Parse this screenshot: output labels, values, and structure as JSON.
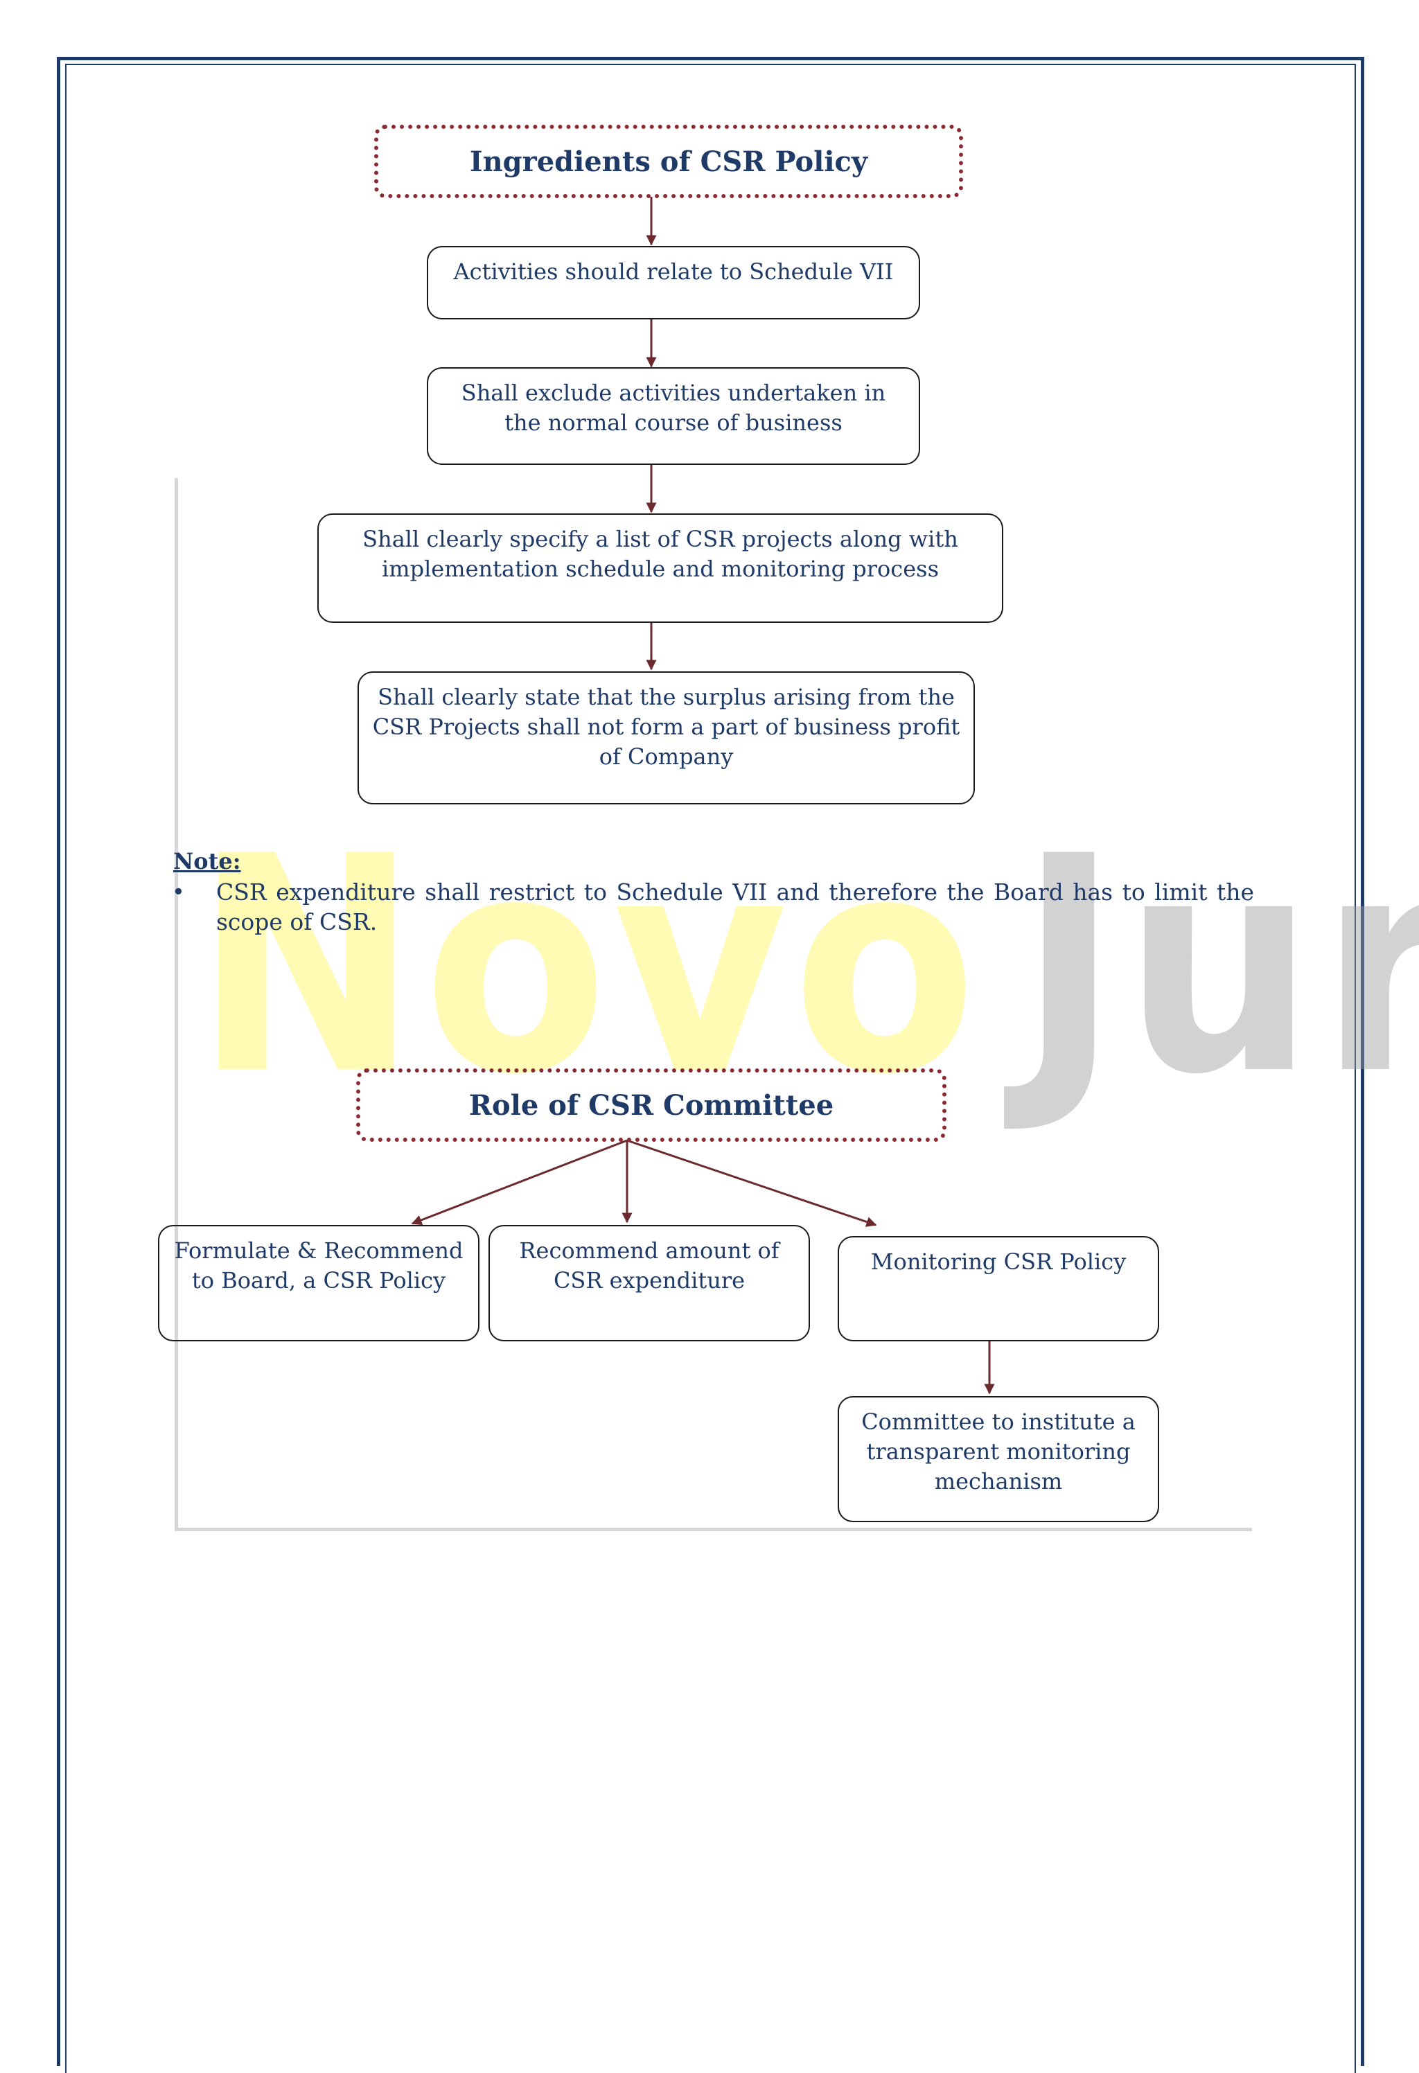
{
  "policy": {
    "title": "Ingredients of CSR Policy",
    "steps": [
      "Activities should relate to Schedule VII",
      "Shall exclude activities undertaken in the normal course of business",
      "Shall clearly specify a list of CSR projects along with implementation schedule and monitoring process",
      "Shall clearly state that the surplus arising from the CSR Projects shall not form a part of business profit of Company"
    ]
  },
  "note": {
    "label": "Note:",
    "bullet": "•",
    "text": "CSR expenditure shall restrict to Schedule VII and therefore the Board has to limit the scope of CSR."
  },
  "committee": {
    "title": "Role of CSR Committee",
    "roles": [
      "Formulate & Recommend to Board, a CSR Policy",
      "Recommend amount of CSR expenditure",
      "Monitoring CSR Policy"
    ],
    "sub_role": "Committee to institute a transparent monitoring mechanism"
  },
  "watermark": {
    "part1": "Novo",
    "part2": "Juris"
  },
  "colors": {
    "text": "#1f3a66",
    "arrow": "#6b2a2e",
    "title_border": "#8b2a33",
    "page_border": "#1f3a66"
  }
}
